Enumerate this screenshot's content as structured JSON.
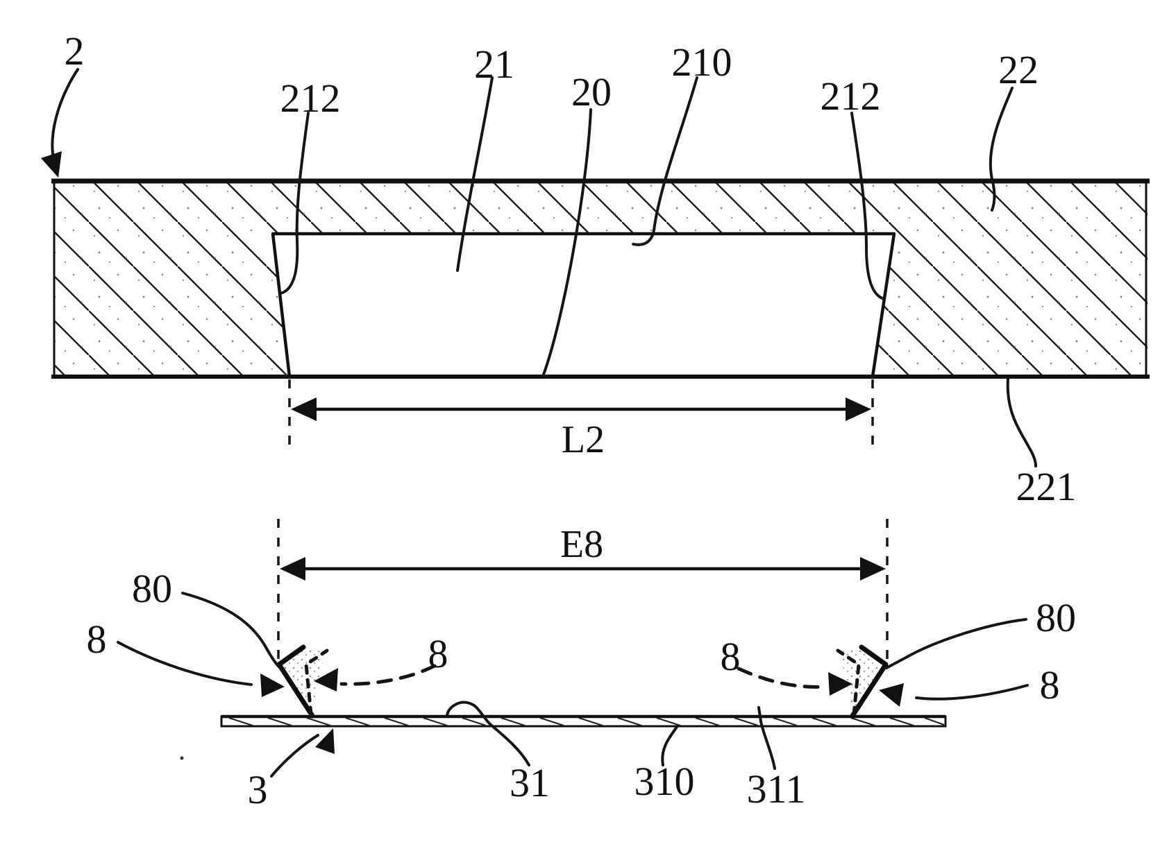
{
  "figure": {
    "description": "patent cross-section drawing",
    "labels": {
      "body": "2",
      "flank_left": "212",
      "housing": "21",
      "recess": "20",
      "recess_top": "210",
      "flank_right": "212",
      "side_wall": "22",
      "underside": "221",
      "dim_recess_width": "L2",
      "dim_tab_span": "E8",
      "tab_free_end_left": "80",
      "tab_left": "8",
      "tab_left_dashed": "8",
      "tab_right_dashed": "8",
      "tab_free_end_right": "80",
      "tab_right": "8",
      "carrier": "3",
      "film": "31",
      "film_lower_face": "310",
      "film_upper_face": "311"
    },
    "colors": {
      "ink": "#111111",
      "paper": "#ffffff",
      "stipple": "#8a8a8a"
    }
  }
}
